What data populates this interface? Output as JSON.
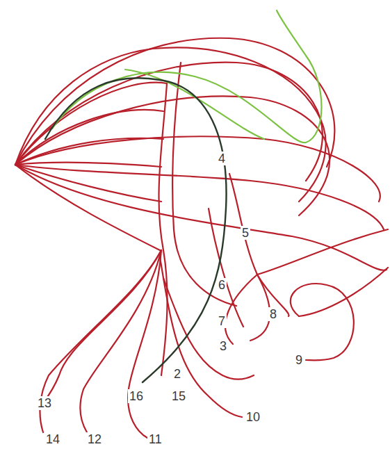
{
  "diagram": {
    "labels": [
      "4",
      "5",
      "6",
      "7",
      "8",
      "3",
      "9",
      "2",
      "16",
      "15",
      "13",
      "10",
      "14",
      "12",
      "11"
    ]
  }
}
